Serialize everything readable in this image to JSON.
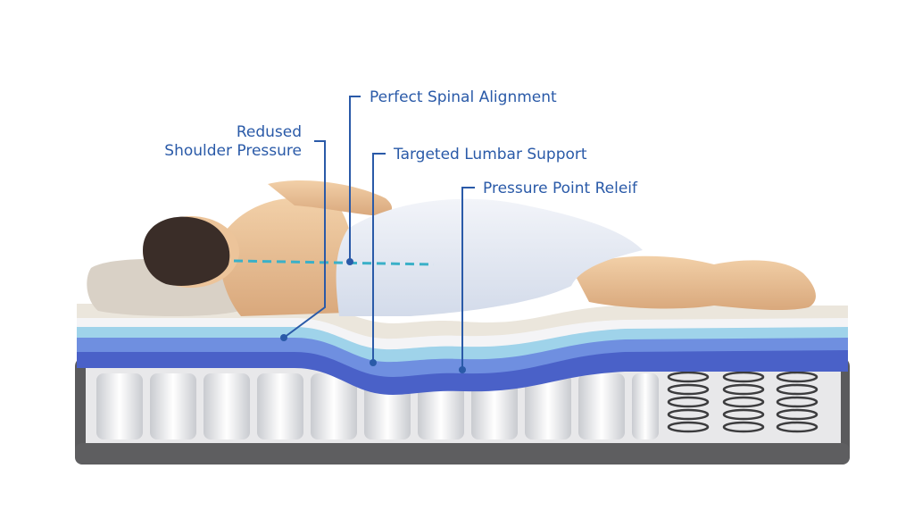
{
  "callouts": {
    "perfect_spinal_alignment": "Perfect Spinal Alignment",
    "reduced_shoulder_line1": "Redused",
    "reduced_shoulder_line2": "Shoulder Pressure",
    "targeted_lumbar_support": "Targeted Lumbar Support",
    "pressure_point_relief": "Pressure Point Releif"
  },
  "colors": {
    "callout": "#2a5aa8",
    "spine_line": "#3ab0c8",
    "base": "#5a5a5c",
    "layer_dark_blue": "#4a61c8",
    "layer_mid_blue": "#6f8fe0",
    "layer_light_blue": "#9fd3ea",
    "foam_white": "#f4f4f6",
    "pillow": "#d9d1c6",
    "skin": "#ecc49a",
    "hair": "#3a2d28",
    "sheet": "#e6ebf4"
  }
}
